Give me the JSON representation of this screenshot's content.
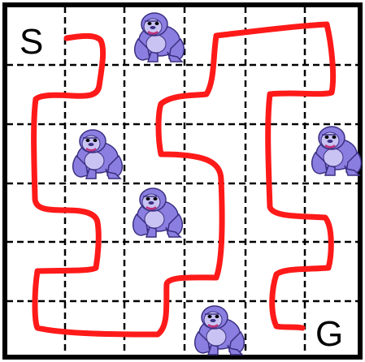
{
  "grid": {
    "rows": 6,
    "cols": 6
  },
  "labels": {
    "start": "S",
    "goal": "G"
  },
  "start_cell": [
    0,
    0
  ],
  "goal_cell": [
    5,
    5
  ],
  "gorilla_cells": [
    [
      0,
      2
    ],
    [
      2,
      1
    ],
    [
      2,
      5
    ],
    [
      3,
      2
    ],
    [
      5,
      3
    ]
  ],
  "colors": {
    "border": "#000000",
    "gridline": "#000000",
    "path": "#ff1a1a",
    "gorilla_fur": "#8a7fe0",
    "gorilla_face": "#c9c3f3",
    "gorilla_mouth": "#c0307a"
  }
}
